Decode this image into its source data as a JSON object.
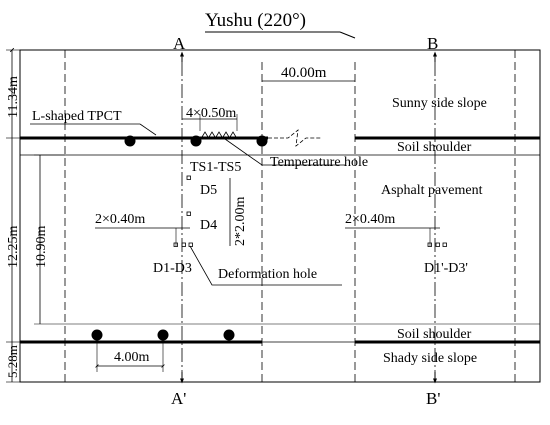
{
  "title": "Yushu (220°)",
  "sections": {
    "a": "A",
    "b": "B",
    "a_prime": "A'",
    "b_prime": "B'"
  },
  "dimensions": {
    "top_band": "11.34m",
    "middle_band": "12.25m",
    "inner_span": "10.90m",
    "bottom_band": "5.28m",
    "road_length": "40.00m",
    "tpct_spacing": "4.00m",
    "temp_hole_spacing": "4×0.50m",
    "vertical_spacing": "2*2.00m",
    "deform_spacing_left": "2×0.40m",
    "deform_spacing_right": "2×0.40m"
  },
  "labels": {
    "l_shaped_tpct": "L-shaped TPCT",
    "sunny_slope": "Sunny side slope",
    "soil_shoulder_top": "Soil shoulder",
    "temperature_hole": "Temperature hole",
    "ts1_ts5": "TS1-TS5",
    "asphalt_pavement": "Asphalt pavement",
    "d5": "D5",
    "d4": "D4",
    "d1_d3": "D1-D3",
    "deformation_hole": "Deformation hole",
    "d1p_d3p": "D1'-D3'",
    "soil_shoulder_bottom": "Soil shoulder",
    "shady_slope": "Shady side slope"
  },
  "colors": {
    "line": "#000000",
    "background": "#ffffff"
  }
}
